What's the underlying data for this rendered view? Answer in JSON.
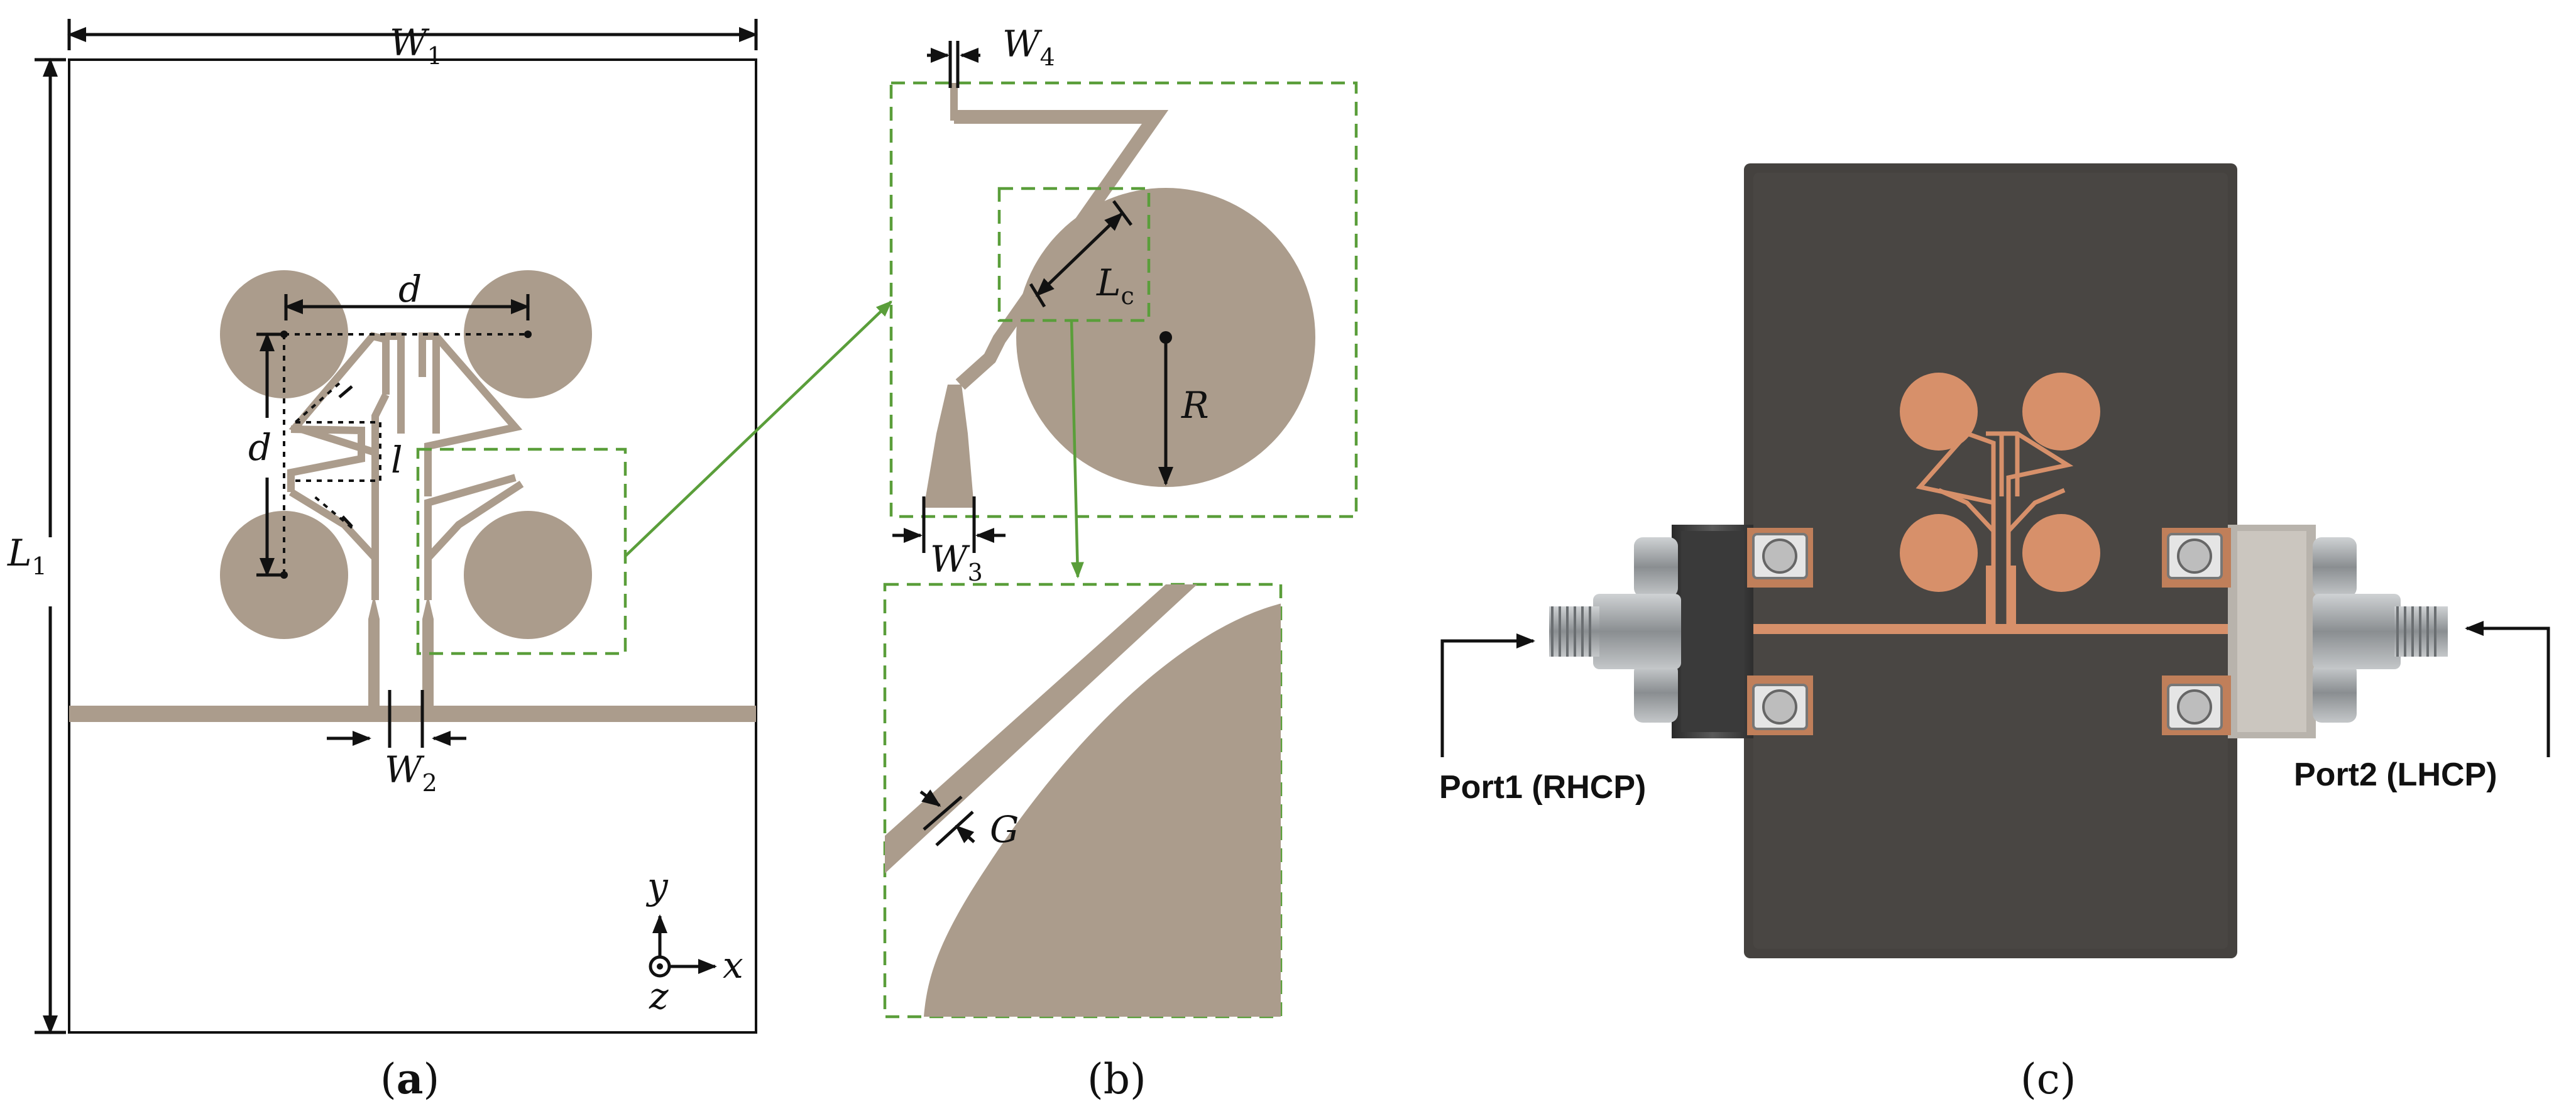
{
  "labels": {
    "W1": "W",
    "W1_sub": "1",
    "L1": "L",
    "L1_sub": "1",
    "W2": "W",
    "W2_sub": "2",
    "W3": "W",
    "W3_sub": "3",
    "W4": "W",
    "W4_sub": "4",
    "d_h": "d",
    "d_v": "d",
    "l": "l",
    "Lc": "L",
    "Lc_sub": "c",
    "R": "R",
    "G": "G",
    "axis_x": "x",
    "axis_y": "y",
    "axis_z": "z"
  },
  "captions": {
    "a_open": "(",
    "a_letter": "a",
    "a_close": ")",
    "b_open": "(",
    "b_letter": "b",
    "b_close": ")",
    "c": "(c)"
  },
  "ports": {
    "port1": "Port1 (RHCP)",
    "port2": "Port2 (LHCP)"
  },
  "colors": {
    "copper_drawing": "#ab9c8c",
    "zoom_box": "#5a9e3a",
    "substrate_photo": "#45423f",
    "copper_photo": "#d7906a"
  }
}
